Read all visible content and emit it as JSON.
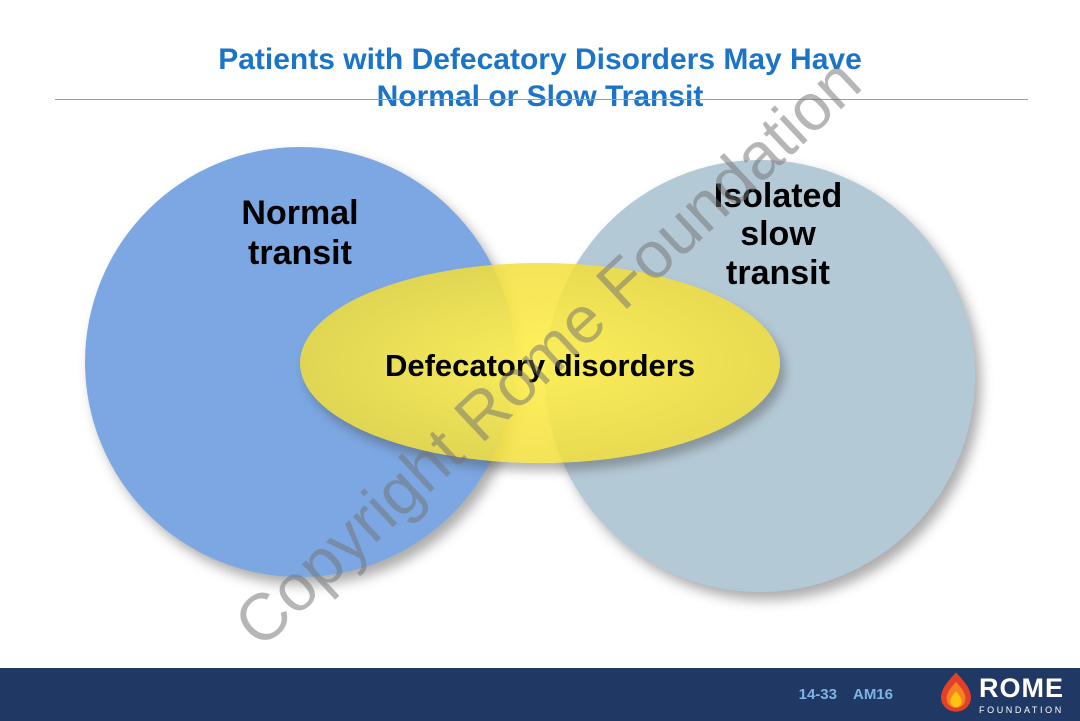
{
  "title": {
    "line1": "Patients with Defecatory Disorders May Have",
    "line2": "Normal or Slow Transit"
  },
  "watermark": "Copyright Rome Foundation",
  "diagram": {
    "left_label": "Normal\ntransit",
    "right_label": "Isolated\nslow\ntransit",
    "center_label": "Defecatory disorders"
  },
  "colors": {
    "title": "#1b74c8",
    "left_circle": "#7ca7e2",
    "right_circle": "#b4c9d6",
    "ellipse": "#f2de3a",
    "footer_bg": "#1f3864",
    "footer_text": "#7eb3e8"
  },
  "footer": {
    "slide_number": "14-33",
    "session_code": "AM16",
    "logo_name": "ROME",
    "logo_sub": "FOUNDATION"
  }
}
